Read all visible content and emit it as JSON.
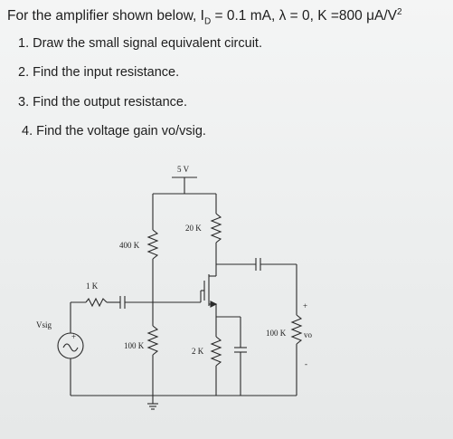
{
  "header": {
    "prefix": "For the amplifier shown below, I",
    "id_sub": "D",
    "params": " = 0.1 mA, λ = 0, K =800 μA/V",
    "exp": "2"
  },
  "questions": [
    {
      "label": "1. Draw the small signal equivalent circuit."
    },
    {
      "label": "2. Find the input resistance."
    },
    {
      "label": "3. Find the output resistance."
    },
    {
      "label": "4. Find the voltage gain vo/vsig."
    }
  ],
  "circuit": {
    "supply": "5 V",
    "r_20k": "20 K",
    "r_400k": "400 K",
    "r_1k": "1 K",
    "r_100k_gate": "100 K",
    "r_2k": "2 K",
    "r_100k_load": "100 K",
    "vsig": "Vsig",
    "vo": "vo",
    "plus": "+",
    "minus": "-",
    "src_plus": "+"
  }
}
